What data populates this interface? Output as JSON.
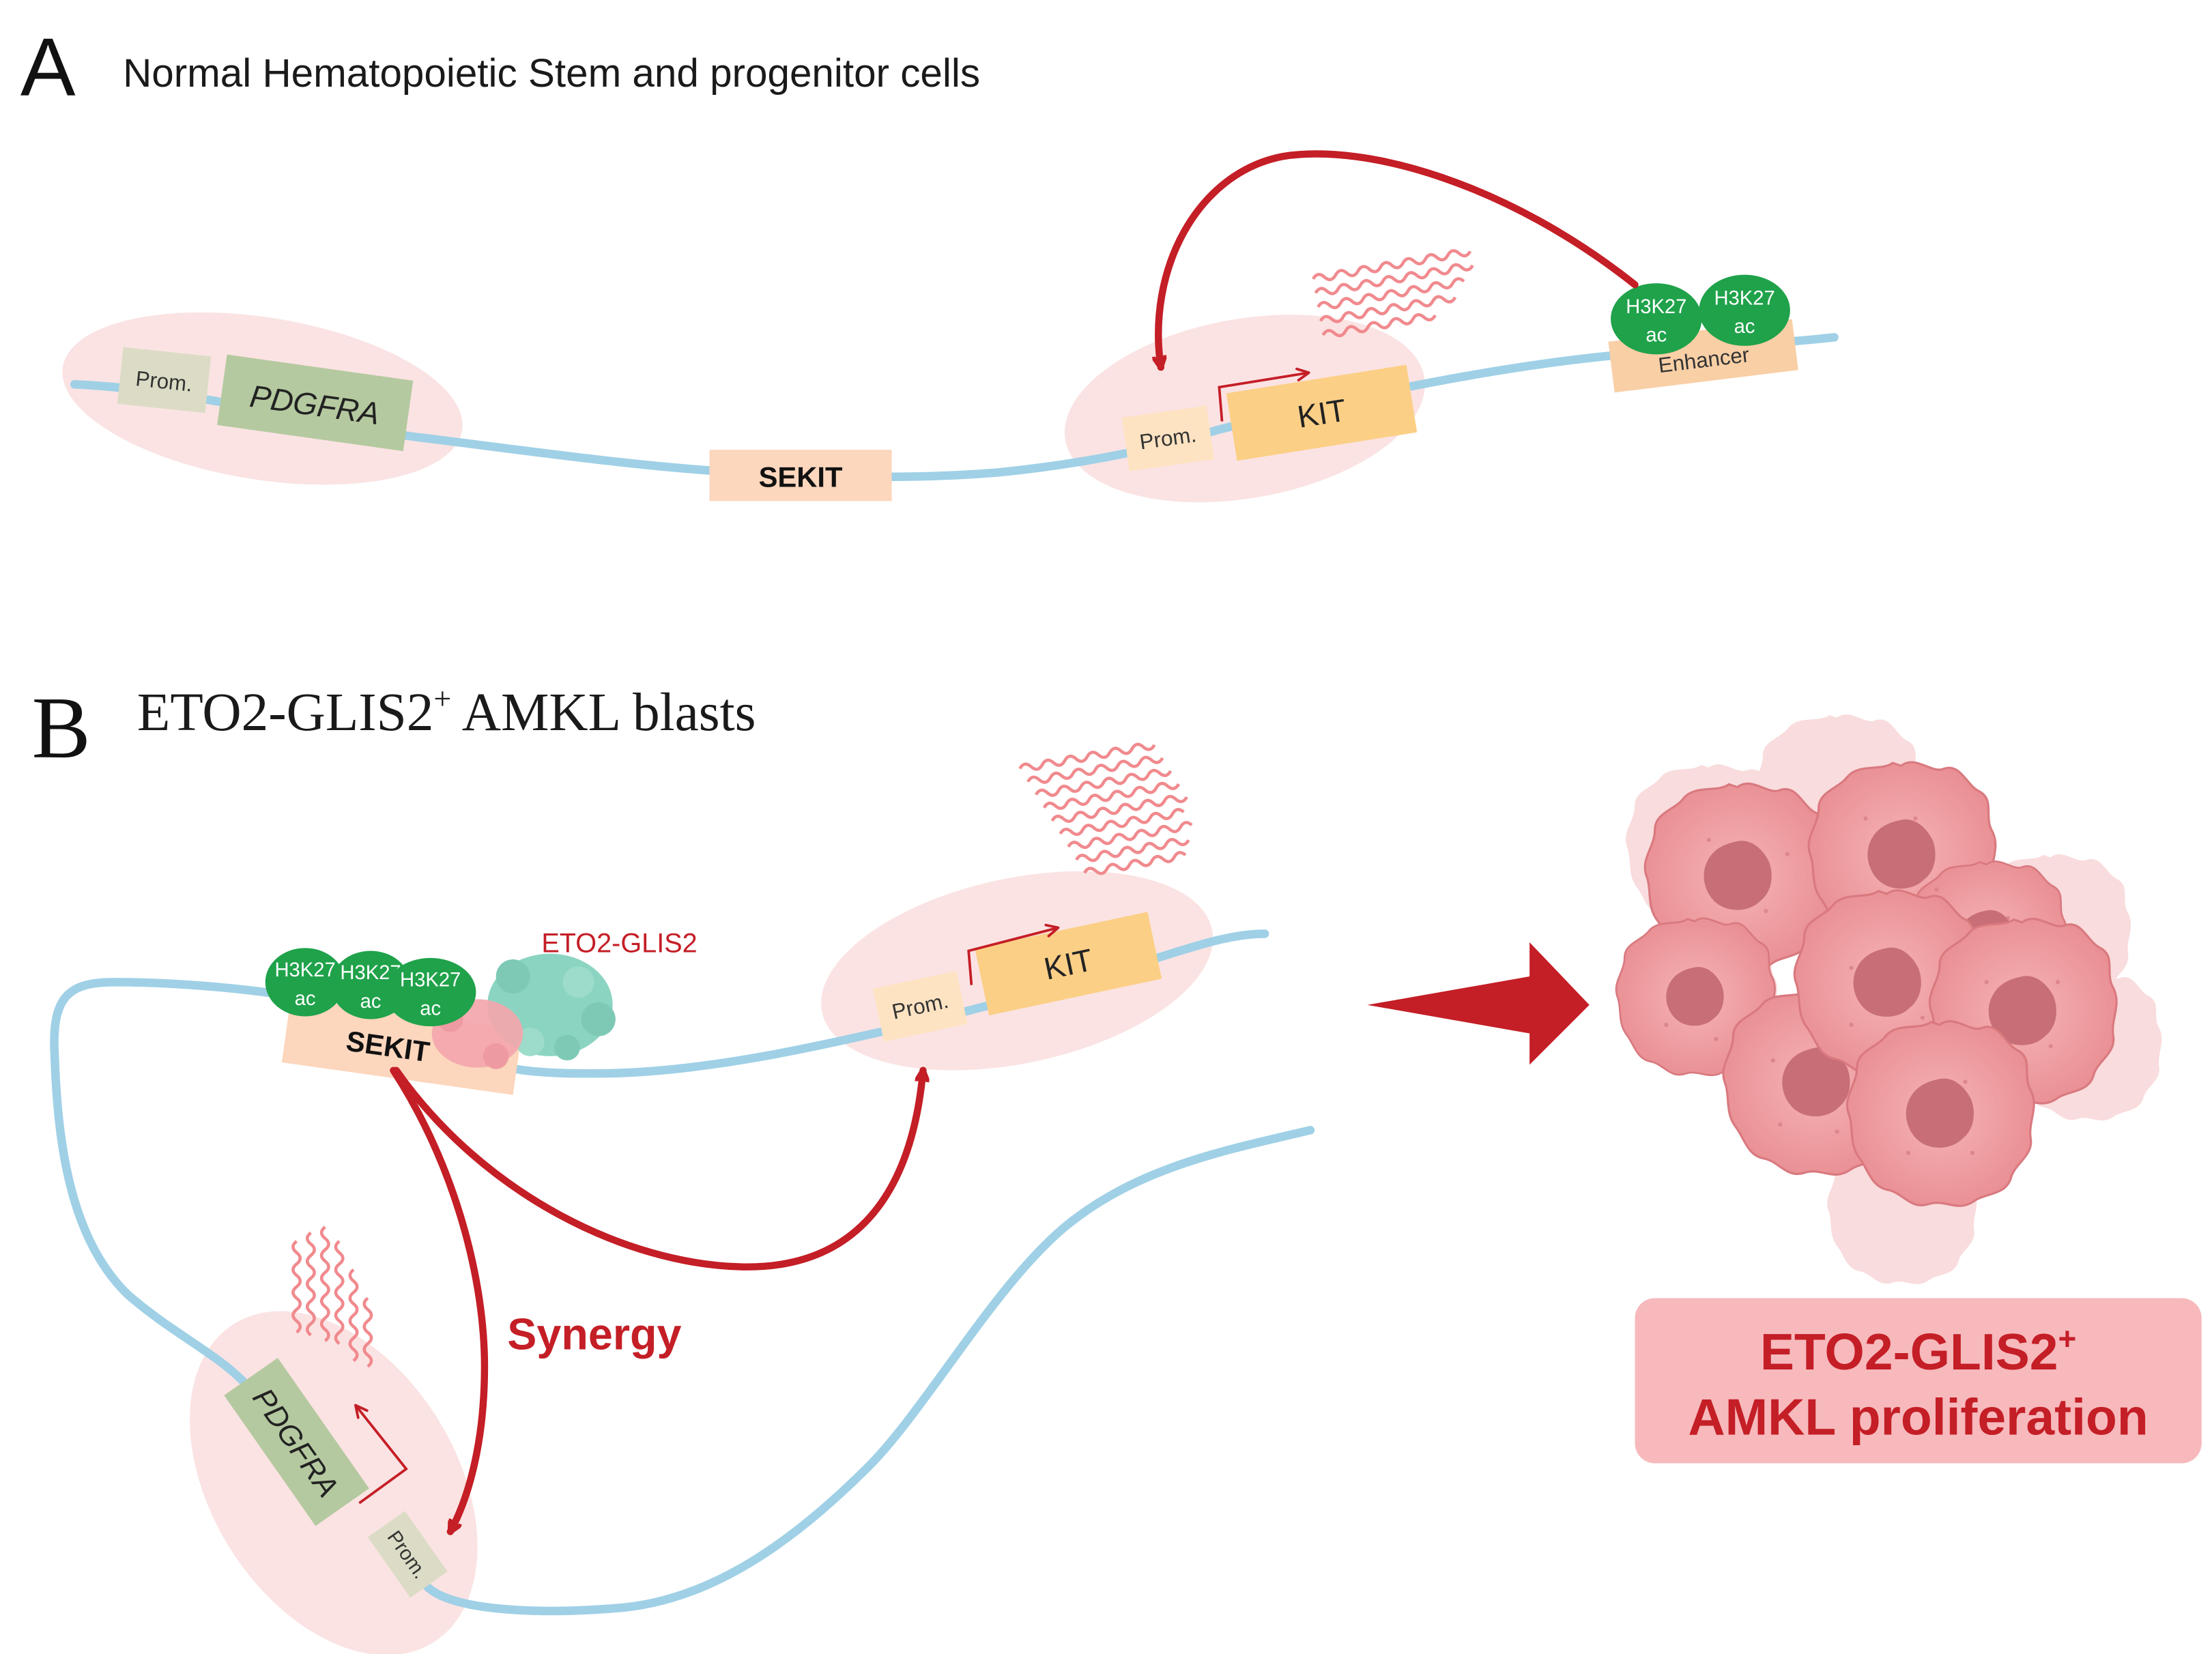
{
  "colors": {
    "dna_strand": "#9fd0e6",
    "highlight_ellipse": "#fbe3e3",
    "prom_box": "#fde3c2",
    "pdgfra_box": "#b5c9a0",
    "kit_box": "#fbcf86",
    "sekit_box": "#fcd6bd",
    "enhancer_box": "#f9cfa6",
    "h3k27ac_mark": "#1fa24a",
    "arrow_red": "#c41e26",
    "result_box": "#f7b9bc",
    "cell_body": "#ec9ea2",
    "cell_nucleus": "#c76e76",
    "eto2_protein_teal": "#8cd4c2",
    "eto2_protein_pink": "#f3a6ad"
  },
  "panel_a": {
    "letter": "A",
    "title": "Normal Hematopoietic Stem and progenitor cells",
    "pdgfra_prom": "Prom.",
    "pdgfra_gene": "PDGFRA",
    "sekit": "SEKIT",
    "kit_prom": "Prom.",
    "kit_gene": "KIT",
    "enhancer": "Enhancer",
    "mark_1": [
      "H3K27",
      "ac"
    ],
    "mark_2": [
      "H3K27",
      "ac"
    ]
  },
  "panel_b": {
    "letter": "B",
    "title_main": "ETO2-GLIS2",
    "title_sup": "+",
    "title_rest": " AMKL blasts",
    "eto2_label": "ETO2-GLIS2",
    "sekit": "SEKIT",
    "marks": [
      [
        "H3K27",
        "ac"
      ],
      [
        "H3K27",
        "ac"
      ],
      [
        "H3K27",
        "ac"
      ]
    ],
    "kit_prom": "Prom.",
    "kit_gene": "KIT",
    "pdgfra_gene": "PDGFRA",
    "pdgfra_prom": "Prom.",
    "synergy": "Synergy",
    "result_line1_main": "ETO2-GLIS2",
    "result_line1_sup": "+",
    "result_line2": "AMKL proliferation"
  }
}
